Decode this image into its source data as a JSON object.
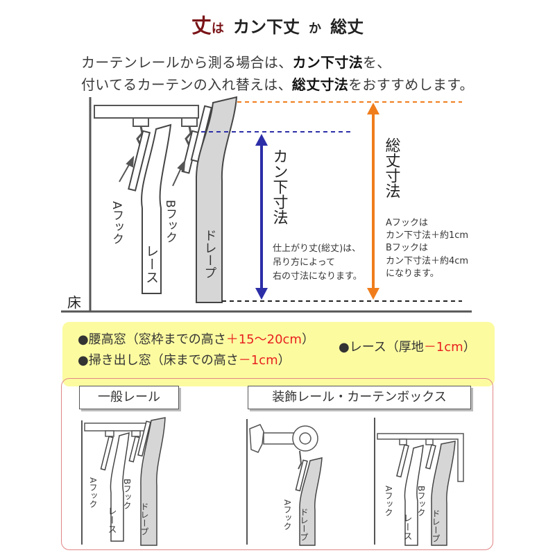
{
  "title": {
    "part1": "丈",
    "part2": "は",
    "part3": "カン下丈",
    "part4": "か",
    "part5": "総丈"
  },
  "intro": {
    "line1_a": "カーテンレールから測る場合は、",
    "line1_b": "カン下寸法",
    "line1_c": "を、",
    "line2_a": "付いてるカーテンの入れ替えは、",
    "line2_b": "総丈寸法",
    "line2_c": "をおすすめします。"
  },
  "diagram": {
    "floor_label": "床",
    "hook_a": "Aフック",
    "hook_b": "Bフック",
    "lace": "レース",
    "drape": "ドレープ",
    "kanshita_label": "カン下寸法",
    "kanshita_note": [
      "仕上がり丈(総丈)は、",
      "吊り方によって",
      "右の寸法になります。"
    ],
    "soutake_label": "総丈寸法",
    "soutake_note": [
      "Aフックは",
      "カン下寸法＋約1cm",
      "Bフックは",
      "カン下寸法＋約4cm",
      "になります。"
    ]
  },
  "conditions": {
    "koshidaka_a": "●腰高窓（窓枠までの高さ",
    "koshidaka_b": "＋15〜20cm",
    "koshidaka_c": "）",
    "hakidashi_a": "●掃き出し窓（床までの高さ",
    "hakidashi_b": "－1cm",
    "hakidashi_c": "）",
    "lace_a": "●レース（厚地",
    "lace_b": "－1cm",
    "lace_c": "）"
  },
  "lower": {
    "general_rail": "一般レール",
    "decor_rail": "装飾レール・カーテンボックス",
    "hook_a": "Aフック",
    "hook_b": "Bフック",
    "lace": "レース",
    "drape": "ドレープ"
  },
  "colors": {
    "title": "#7a1418",
    "orange": "#f07d1c",
    "blue": "#2c2ea8",
    "red": "#e8211f",
    "yellow": "#fcfba0",
    "drape_fill": "#d6d6d6"
  }
}
